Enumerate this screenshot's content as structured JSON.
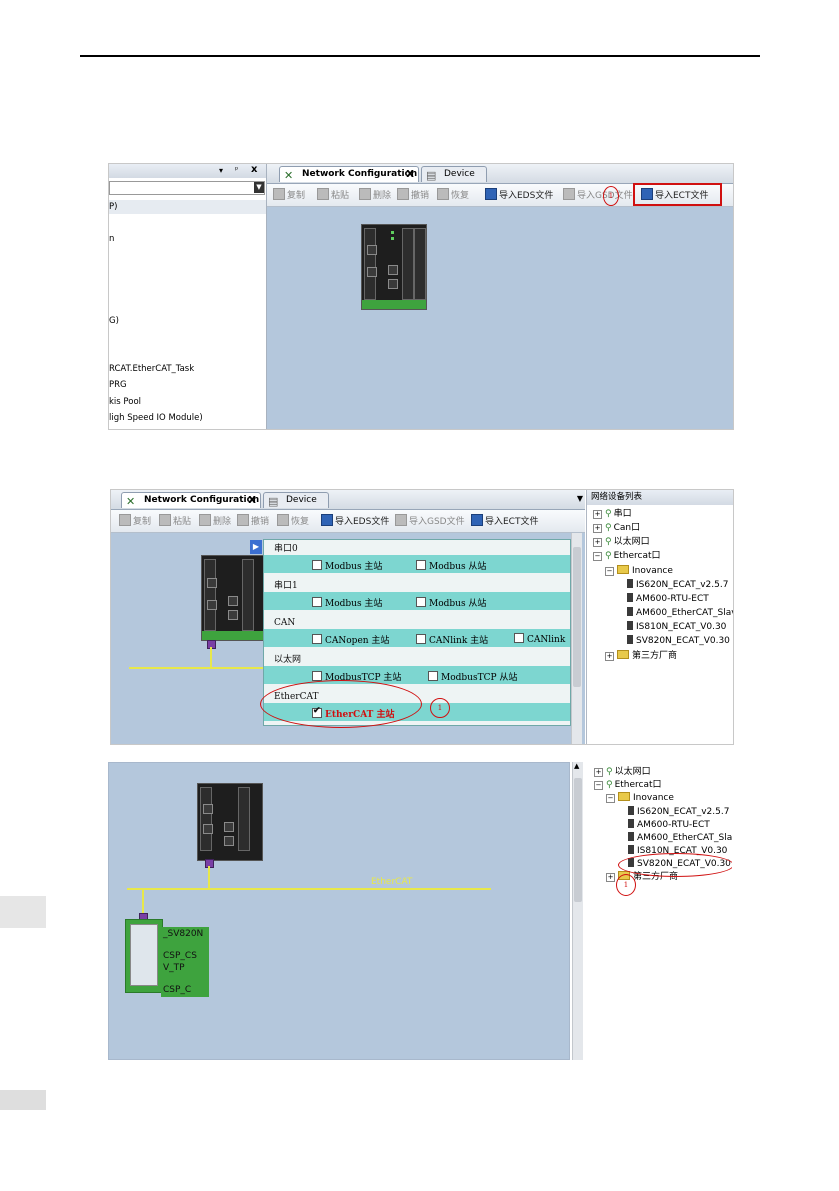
{
  "fig1": {
    "left_items": [
      "P)",
      "n",
      "G)",
      "RCAT.EtherCAT_Task",
      "PRG",
      "kis Pool",
      "ligh Speed IO Module)"
    ],
    "tabs": {
      "network": "Network Configuration",
      "device": "Device",
      "close": "X"
    },
    "toolbar": {
      "copy": "复制",
      "paste": "粘贴",
      "delete": "删除",
      "undo": "撤销",
      "redo": "恢复",
      "import_eds": "导入EDS文件",
      "import_gsd": "导入GSD文件",
      "import_ect": "导入ECT文件"
    },
    "callout": "1"
  },
  "fig2": {
    "tabs": {
      "network": "Network Configuration",
      "device": "Device",
      "close": "X"
    },
    "toolbar": {
      "copy": "复制",
      "paste": "粘贴",
      "delete": "删除",
      "undo": "撤销",
      "redo": "恢复",
      "import_eds": "导入EDS文件",
      "import_gsd": "导入GSD文件",
      "import_ect": "导入ECT文件"
    },
    "sections": {
      "serial0": {
        "title": "串口0",
        "opt1": "Modbus 主站",
        "opt2": "Modbus 从站"
      },
      "serial1": {
        "title": "串口1",
        "opt1": "Modbus 主站",
        "opt2": "Modbus 从站"
      },
      "can": {
        "title": "CAN",
        "opt1": "CANopen 主站",
        "opt2": "CANlink 主站",
        "opt3": "CANlink"
      },
      "eth": {
        "title": "以太网",
        "opt1": "ModbusTCP 主站",
        "opt2": "ModbusTCP 从站"
      },
      "ecat": {
        "title": "EtherCAT",
        "opt1": "EtherCAT 主站"
      }
    },
    "callout": "1",
    "tree": {
      "header": "网络设备列表",
      "serial": "串口",
      "can": "Can口",
      "eth": "以太网口",
      "ethercat": "Ethercat口",
      "inovance": "Inovance",
      "devices": [
        "IS620N_ECAT_v2.5.7",
        "AM600-RTU-ECT",
        "AM600_EtherCAT_Slav",
        "IS810N_ECAT_V0.30",
        "SV820N_ECAT_V0.30"
      ],
      "third": "第三方厂商"
    }
  },
  "fig3": {
    "bus_label": "EtherCAT",
    "slave": {
      "name": "_SV820N",
      "l1": "CSP_CS",
      "l2": "V_TP",
      "l3": "CSP_C"
    },
    "callout": "1",
    "tree": {
      "eth": "以太网口",
      "ethercat": "Ethercat口",
      "inovance": "Inovance",
      "devices": [
        "IS620N_ECAT_v2.5.7",
        "AM600-RTU-ECT",
        "AM600_EtherCAT_Slav",
        "IS810N_ECAT_V0.30",
        "SV820N_ECAT_V0.30"
      ],
      "third": "第三方厂商"
    }
  }
}
